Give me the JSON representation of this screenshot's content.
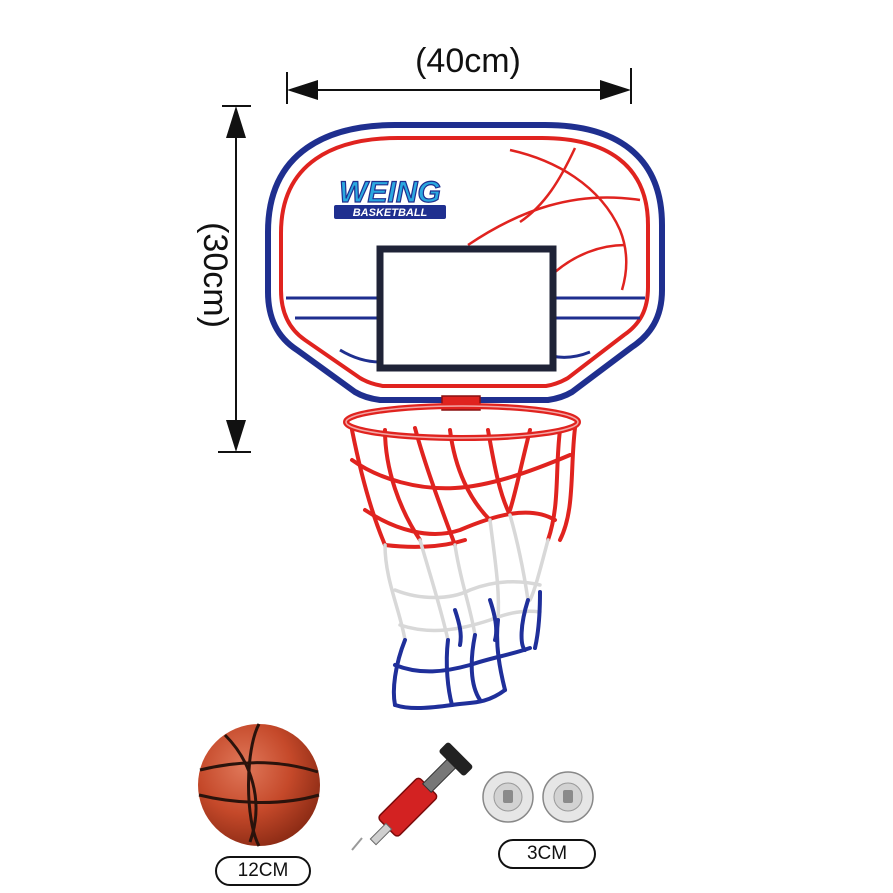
{
  "dimensions": {
    "width_label": "(40cm)",
    "height_label": "(30cm)"
  },
  "backboard": {
    "logo_top": "WEING",
    "logo_bottom": "BASKETBALL"
  },
  "accessories": {
    "ball_size_label": "12CM",
    "suction_cup_size_label": "3CM"
  },
  "colors": {
    "backboard_border": "#1f2f8f",
    "backboard_inner_red": "#e0231f",
    "rim_red": "#e0231f",
    "net_blue": "#1f2f9a",
    "ball": "#c7502e",
    "logo_blue": "#2aa8e0"
  }
}
